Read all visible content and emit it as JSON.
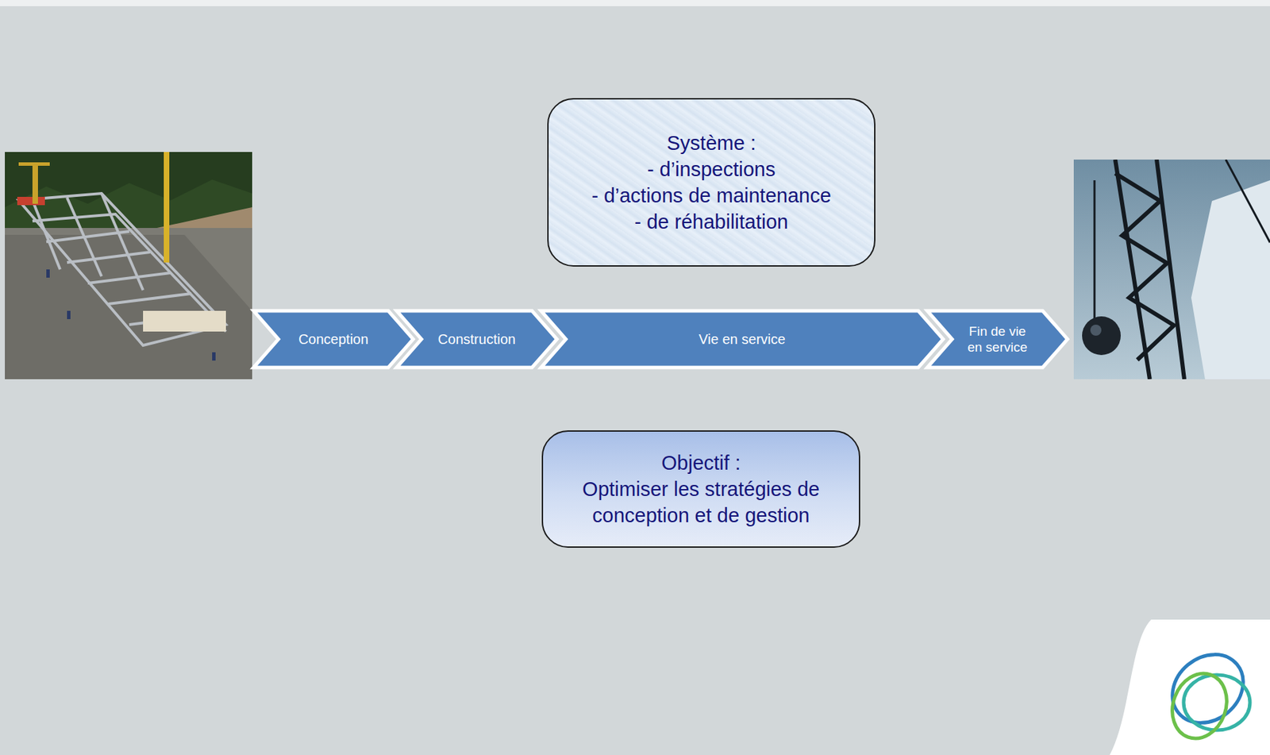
{
  "diagram": {
    "nodes": [
      {
        "text": [
          "Système :",
          "- d’inspections",
          "- d’actions de maintenance",
          "- de réhabilitation"
        ]
      },
      {
        "text": [
          "Conception"
        ]
      },
      {
        "text": [
          "Construction"
        ]
      },
      {
        "text": [
          "Vie en service"
        ]
      },
      {
        "text": [
          "Fin de vie en service"
        ]
      },
      {
        "text": [
          "Objectif :",
          "Optimiser les stratégies de conception et de gestion"
        ]
      }
    ]
  }
}
